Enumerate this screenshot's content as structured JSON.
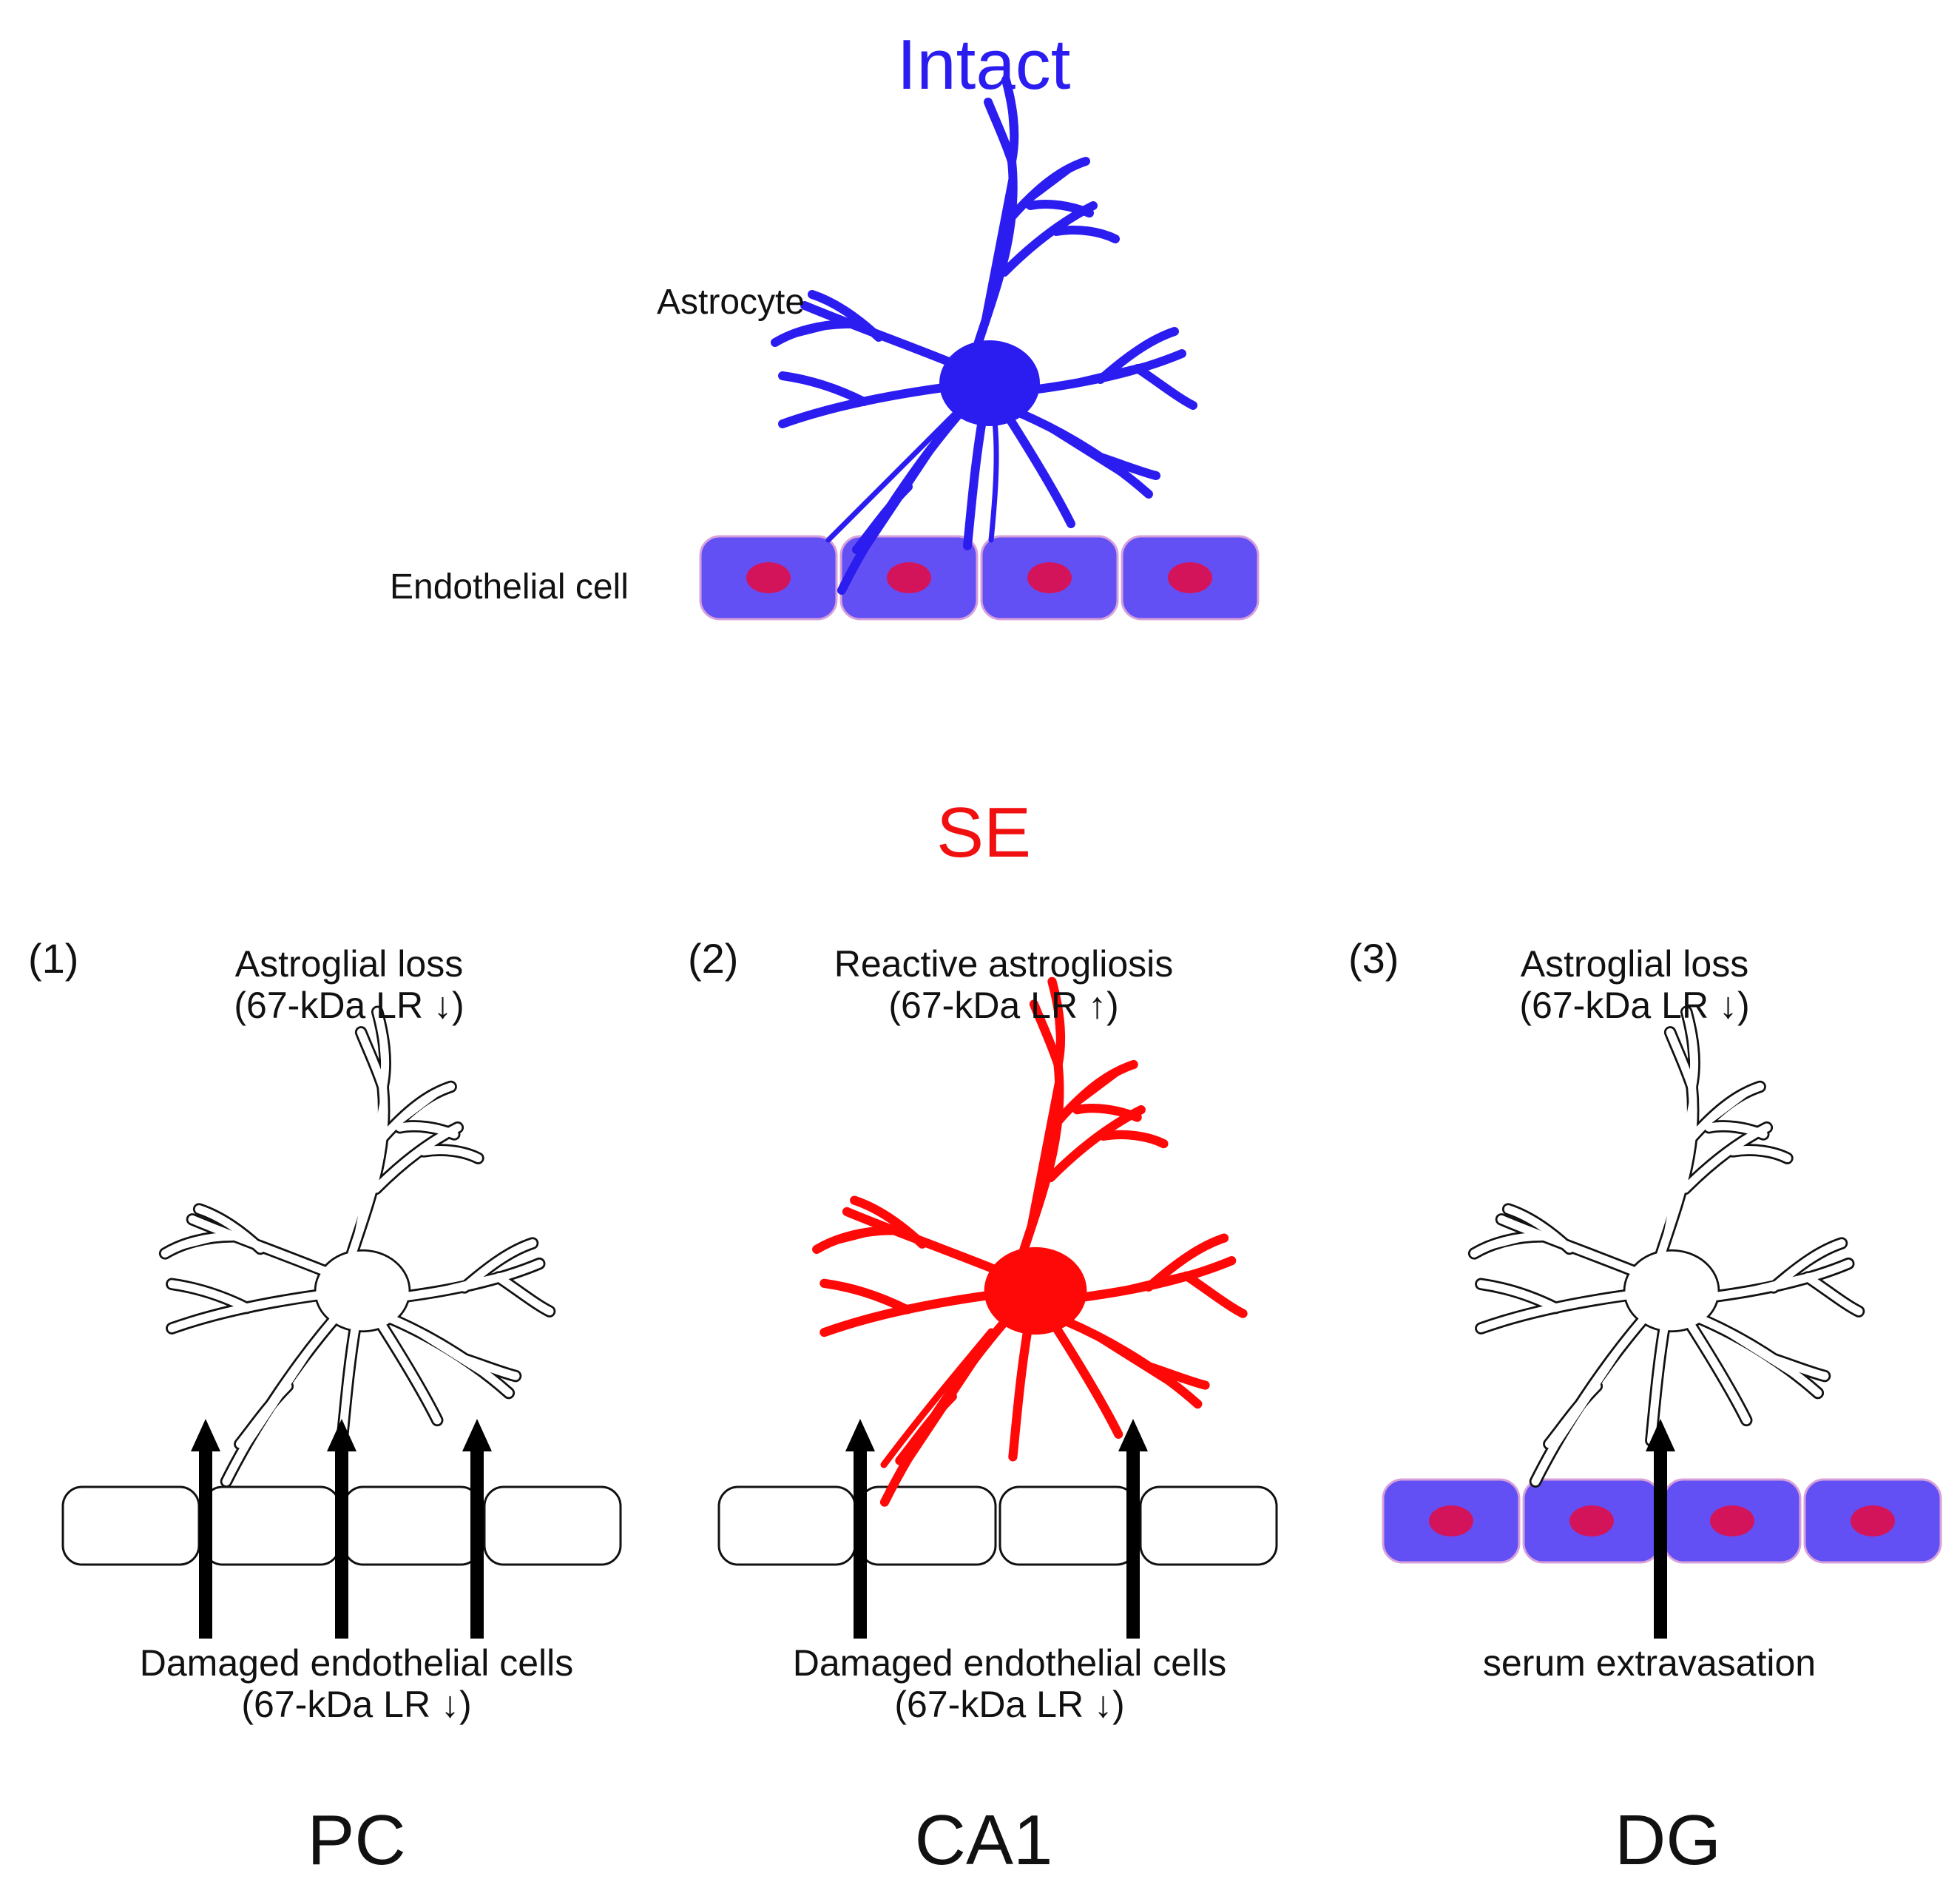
{
  "colors": {
    "intact": "#2b1df0",
    "se": "#f01010",
    "cell_fill": "#6350f5",
    "nucleus": "#d4145a",
    "reactive": "#ff0808",
    "outline": "#111111",
    "arrow": "#000000"
  },
  "intact": {
    "title": "Intact",
    "astrocyte_label": "Astrocyte",
    "endothelial_label": "Endothelial cell"
  },
  "se": {
    "title": "SE",
    "panels": [
      {
        "number": "(1)",
        "astro_line1": "Astroglial loss",
        "astro_line2": "(67-kDa LR ↓)",
        "bottom_line1": "Damaged endothelial cells",
        "bottom_line2": "(67-kDa LR ↓)",
        "region": "PC"
      },
      {
        "number": "(2)",
        "astro_line1": "Reactive astrogliosis",
        "astro_line2": "(67-kDa LR ↑)",
        "bottom_line1": "Damaged endothelial cells",
        "bottom_line2": "(67-kDa LR ↓)",
        "region": "CA1"
      },
      {
        "number": "(3)",
        "astro_line1": "Astroglial loss",
        "astro_line2": "(67-kDa LR ↓)",
        "bottom_line1": "serum extravasation",
        "region": "DG"
      }
    ]
  }
}
